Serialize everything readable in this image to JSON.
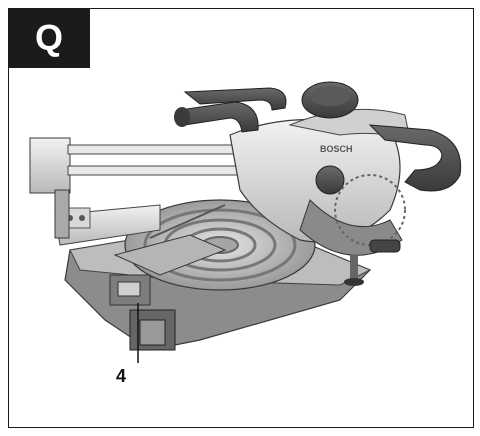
{
  "figure": {
    "letter": "Q",
    "brand_text": "BOSCH",
    "callout_label": "4"
  }
}
